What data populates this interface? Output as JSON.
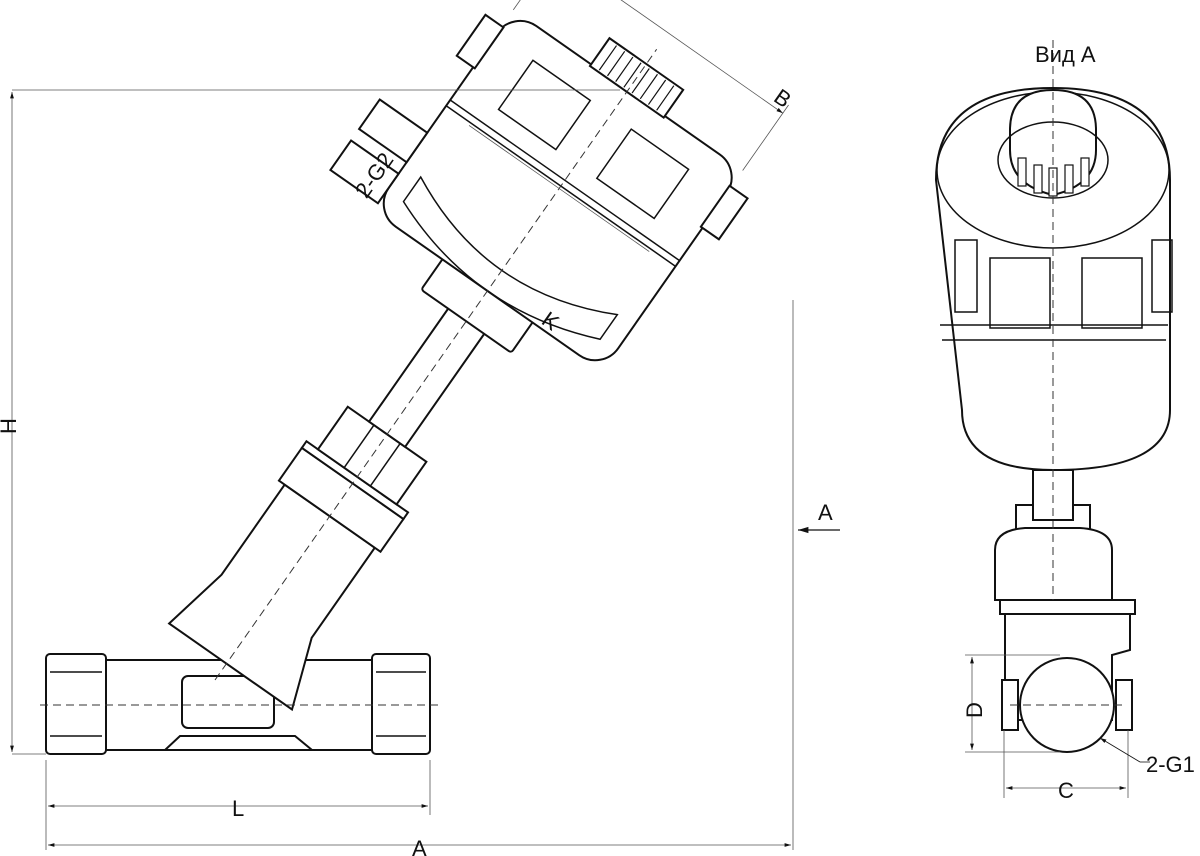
{
  "title": "Вид А",
  "labels": {
    "B": "B",
    "G2": "2-G2",
    "K": "K",
    "H": "H",
    "view_arrow": "A",
    "L": "L",
    "A": "A",
    "D": "D",
    "C": "C",
    "G1": "2-G1"
  }
}
